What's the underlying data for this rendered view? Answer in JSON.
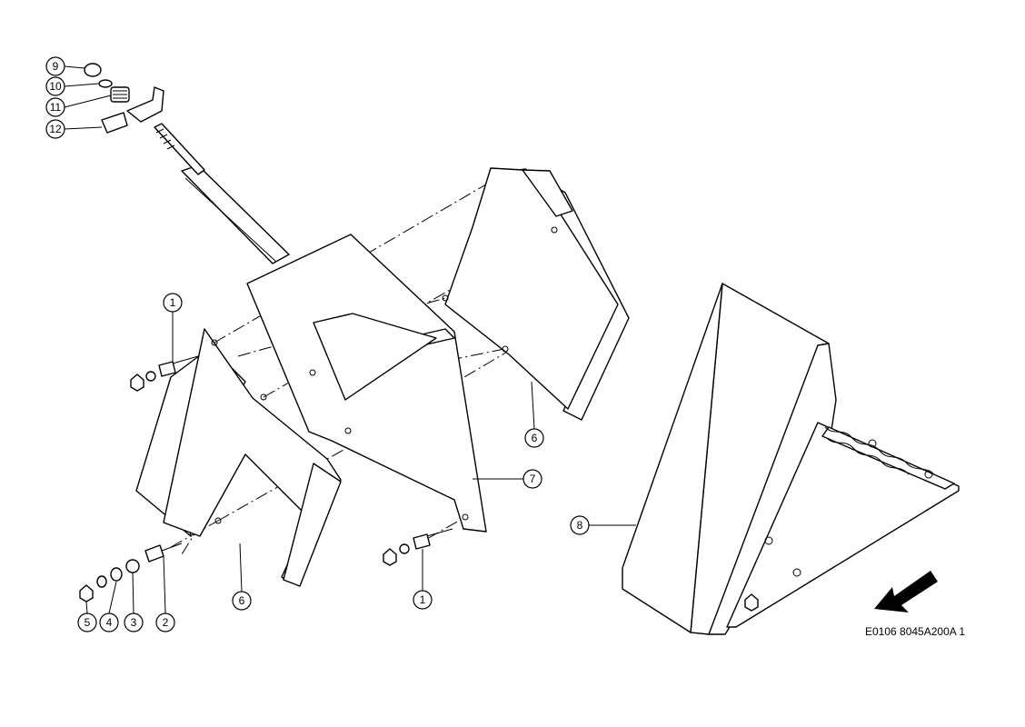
{
  "drawing_code": "E0106 8045A200A 1",
  "callouts": [
    {
      "id": "c9",
      "label": "9"
    },
    {
      "id": "c10",
      "label": "10"
    },
    {
      "id": "c11",
      "label": "11"
    },
    {
      "id": "c12",
      "label": "12"
    },
    {
      "id": "c1a",
      "label": "1"
    },
    {
      "id": "c1b",
      "label": "1"
    },
    {
      "id": "c2",
      "label": "2"
    },
    {
      "id": "c3",
      "label": "3"
    },
    {
      "id": "c4",
      "label": "4"
    },
    {
      "id": "c5",
      "label": "5"
    },
    {
      "id": "c6a",
      "label": "6"
    },
    {
      "id": "c6b",
      "label": "6"
    },
    {
      "id": "c7",
      "label": "7"
    },
    {
      "id": "c8",
      "label": "8"
    }
  ],
  "direction_arrow_icon": "arrow-down-left-icon"
}
